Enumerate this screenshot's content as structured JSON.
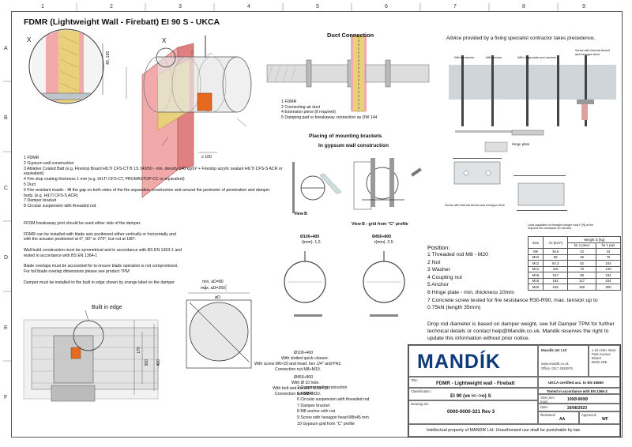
{
  "grid": {
    "columns": [
      "1",
      "2",
      "3",
      "4",
      "5",
      "6",
      "7",
      "8",
      "9"
    ],
    "rows": [
      "A",
      "B",
      "C",
      "D",
      "E",
      "F"
    ]
  },
  "title": "FDMR (Lightweight Wall - Firebatt) EI 90 S - UKCA",
  "duct_connection": {
    "title": "Duct Connection",
    "legend": [
      "1    FDMR",
      "2    Connecting air duct",
      "4    Extension piece (if required)",
      "5    Damping pad or breakaway connection as DW  144"
    ]
  },
  "advice": {
    "title": "Advice provided by a fixing specialist contractor takes precedence.",
    "labels": [
      "Without anchor",
      "With anchor",
      "With hinge plate and anchors",
      "Screw with internal thread and hexagon drive"
    ],
    "hinge_plate": "Hinge plate",
    "screw_note": "Screw with internal thread and hexagon drive",
    "load_note": "Load capacities of threaded hanger rods F [N] at the required fire resistance 90 minutes"
  },
  "weight_table": {
    "headers": [
      "Size",
      "As [mm²]",
      "Weight G [kg]"
    ],
    "subheaders": [
      "for 1 piece",
      "for 1 pair"
    ],
    "rows": [
      [
        "M8",
        "36.6",
        "22",
        "44"
      ],
      [
        "M10",
        "58",
        "35",
        "70"
      ],
      [
        "M12",
        "84.3",
        "52",
        "104"
      ],
      [
        "M14",
        "115",
        "70",
        "140"
      ],
      [
        "M16",
        "157",
        "96",
        "192"
      ],
      [
        "M18",
        "192",
        "117",
        "234"
      ],
      [
        "M20",
        "245",
        "150",
        "300"
      ]
    ]
  },
  "main_legend": [
    "1   FDMR",
    "2   Gypsum wall construction",
    "3   Ablative Coated Batt (e.g. Firestop Board HILTI CFS-CT B 1S 140/50 - min. density 140 kg/m³ + Firestop acrylic sealant HILTI CFS-S ACR or",
    "      equivalent)",
    "4   Fire stop coating thickness 1 mm (e.g. HILTI CFS-CT, PROMASTOP-CC or equivalent)",
    "5   Duct",
    "6   Fire resistant mastic - fill the gap on both sides of the fire separation construction and around the perimeter of penetration and damper",
    "      body. (e.g. HILTI CFS-S ACR)",
    "7   Damper bracket",
    "8   Circular suspension with threaded rod"
  ],
  "notes": [
    "FFDM breakaway joint should be used either side of the damper.",
    "",
    "FDMR can be installed with blade axis positioned either vertically or horizontally and",
    "with the actuator positioned at 0°, 90° or 270°, but not at 180°.",
    "",
    "Wall build construction must be symmetrical and in accordance with BS EN 1363-1 and",
    "tested in accordance with BS EN 1364-1",
    "",
    "Blade overlaps must be accounted for to ensure blade operation is not compromised.",
    "For full blade overlap dimensions please see product TPM",
    "",
    "Damper must be installed to the built in edge shown by orange label on the damper"
  ],
  "brackets": {
    "title1": "Placing of mounting brackets",
    "title2": "In gypsum wall construction",
    "view_b": "View B",
    "view_b_grid": "View B - grid from \"C\" profile",
    "cap1": "Ø100÷400",
    "cap1b": "t(mm): 1,5",
    "cap2": "Ø450÷800",
    "cap2b": "t(mm): 2,5"
  },
  "position": {
    "title": "Position:",
    "items": [
      "1  Threaded rod M8 - M20",
      "2  Nut",
      "3  Washer",
      "4  Coupling nut",
      "5  Anchor",
      "6  Hinge plate - min. thickness 10mm",
      "7  Concrete screw tested for fire resistance R30-R90, max. tension up to",
      "    0.75kN (length 35mm)"
    ],
    "drop_note": [
      "Drop rod diameter is based on damper weight, see full Damper TPM for further",
      "technical details or contact help@Mandik.co.uk. Mandik reserves the right to",
      "update this information without prior notice."
    ]
  },
  "dims": {
    "min_ad": "min. aD=80",
    "max_ad": "max. aD=260",
    "od": "øD",
    "d1": "170",
    "d2": "300",
    "d3": "400",
    "d4": "≥ 100",
    "d5": "40, 130",
    "built_in_edge": "Built in edge",
    "x": "X"
  },
  "lower_legend": {
    "a1": "Ø100÷400",
    "a2": "With slotted quick closure.",
    "a3": "With screw M6×20 and head: hex 1/4\" and PH2.",
    "a4": "Connection nut M8+M10.",
    "b1": "Ø450÷800",
    "b2": "With Ø 10 hole.",
    "b3": "With bolt and nut H17 M10×30.",
    "b4": "Connection nut M8+M10.",
    "items": [
      "2   Gypsum wall construction",
      "5   FDMR",
      "6   Circular suspension with threaded rod",
      "7   Damper bracket",
      "8   M8 anchor with nut",
      "9   Screw with hexagon head M8x45 mm",
      "10  Gypsum grid from \"C\" profile"
    ]
  },
  "titleblock": {
    "logo": "MANDÍK",
    "company": "Mandik UK Ltd",
    "web": "www.mandik.co.uk",
    "office": "Office: 0117 4528076",
    "address": [
      "1.16 Aztec West",
      "Park Avenue",
      "Bristol",
      "BS32 4DE"
    ],
    "ukca": "UKCA certified acc. to EN 15650",
    "tested": "Tested in accordance with EN 1366-2",
    "title_label": "Title:",
    "title": "FDMR - Lightweight wall - Firebatt",
    "class_label": "Classification:",
    "classification": "EI 90 (ve i<-->o) S",
    "size_label": "Size (mm max)",
    "size": "100Ø-800Ø",
    "date_label": "Date:",
    "date": "20/06/2023",
    "drawing_label": "Drawing No:",
    "drawing": "0000-0000-321  Rev  3",
    "drawn_label": "Illustrated:",
    "drawn": "AA",
    "approved_label": "Approved:",
    "approved": "WF",
    "footer": "Intellectual property of MANDIK Ltd. Unauthorised use shall be punishable by law"
  },
  "colors": {
    "brand": "#0f3a78",
    "insulation": "#e9d07a",
    "fire_board": "#f2a9a9",
    "actuator": "#e36a1e"
  }
}
